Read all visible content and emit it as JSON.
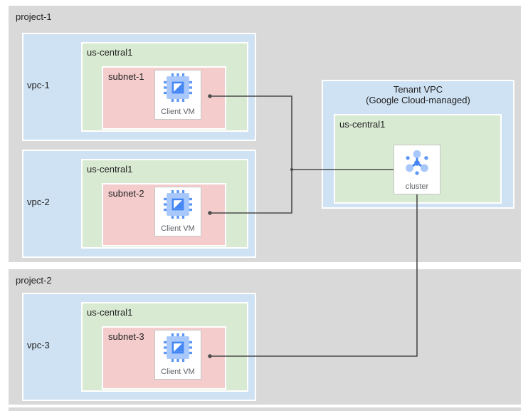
{
  "diagram": {
    "projects": [
      {
        "label": "project-1",
        "vpcs": [
          {
            "label": "vpc-1",
            "region": "us-central1",
            "subnet": "subnet-1",
            "node_label": "Client VM"
          },
          {
            "label": "vpc-2",
            "region": "us-central1",
            "subnet": "subnet-2",
            "node_label": "Client VM"
          }
        ]
      },
      {
        "label": "project-2",
        "vpcs": [
          {
            "label": "vpc-3",
            "region": "us-central1",
            "subnet": "subnet-3",
            "node_label": "Client VM"
          }
        ]
      }
    ],
    "tenant_vpc": {
      "title_line1": "Tenant VPC",
      "title_line2": "(Google Cloud-managed)",
      "region": "us-central1",
      "node_label": "cluster"
    },
    "icons": {
      "client_vm": "compute-engine-chip-icon",
      "cluster": "cluster-nodes-icon"
    },
    "colors": {
      "project_fill": "#D9D9D9",
      "vpc_fill": "#CFE2F3",
      "region_fill": "#D9EAD3",
      "subnet_fill": "#F4CCCC",
      "node_fill": "#FFFFFF",
      "node_border": "#C6C6C6",
      "connector": "#4A4A4A",
      "icon_blue_dark": "#4285F4",
      "icon_blue_mid": "#5E97F6",
      "icon_blue_light": "#A8C7FA"
    }
  }
}
